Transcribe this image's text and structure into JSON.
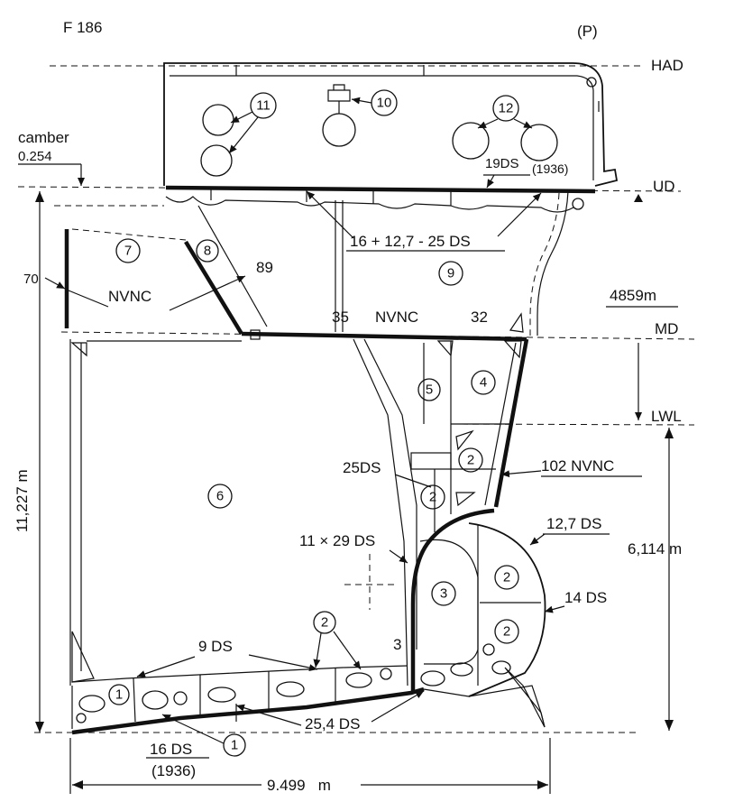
{
  "header": {
    "figure_id": "F 186",
    "side": "(P)"
  },
  "deck_labels": {
    "had": "HAD",
    "ud": "UD",
    "md": "MD",
    "lwl": "LWL"
  },
  "camber": {
    "label": "camber",
    "value": "0.254"
  },
  "dimensions": {
    "md_height": "4859m",
    "total_height": "11,227 m",
    "waterline_height": "6,114 m",
    "beam": "9.499   m"
  },
  "plates": {
    "ud_deck": "19DS",
    "ud_deck_year": "(1936)",
    "ud_combined": "16 + 12,7 - 25 DS",
    "side_70": "70",
    "nvnc_upper": "NVNC",
    "slope_89": "89",
    "md_35": "35",
    "md_nvnc": "NVNC",
    "md_32": "32",
    "bulkhead_25": "25DS",
    "belt_102": "102 NVNC",
    "girder_11x29": "11 × 29 DS",
    "bilge_127": "12,7 DS",
    "bilge_14": "14 DS",
    "bottom_9": "9 DS",
    "bottom_254": "25,4 DS",
    "keel_16": "16 DS",
    "keel_year": "(1936)",
    "floor_3": "3"
  },
  "compartments": {
    "c1a": "1",
    "c1b": "1",
    "c2a": "2",
    "c2b": "2",
    "c2c": "2",
    "c2d": "2",
    "c2e": "2",
    "c3": "3",
    "c4": "4",
    "c5": "5",
    "c6": "6",
    "c7": "7",
    "c8": "8",
    "c9": "9",
    "c10": "10",
    "c11": "11",
    "c12": "12"
  }
}
